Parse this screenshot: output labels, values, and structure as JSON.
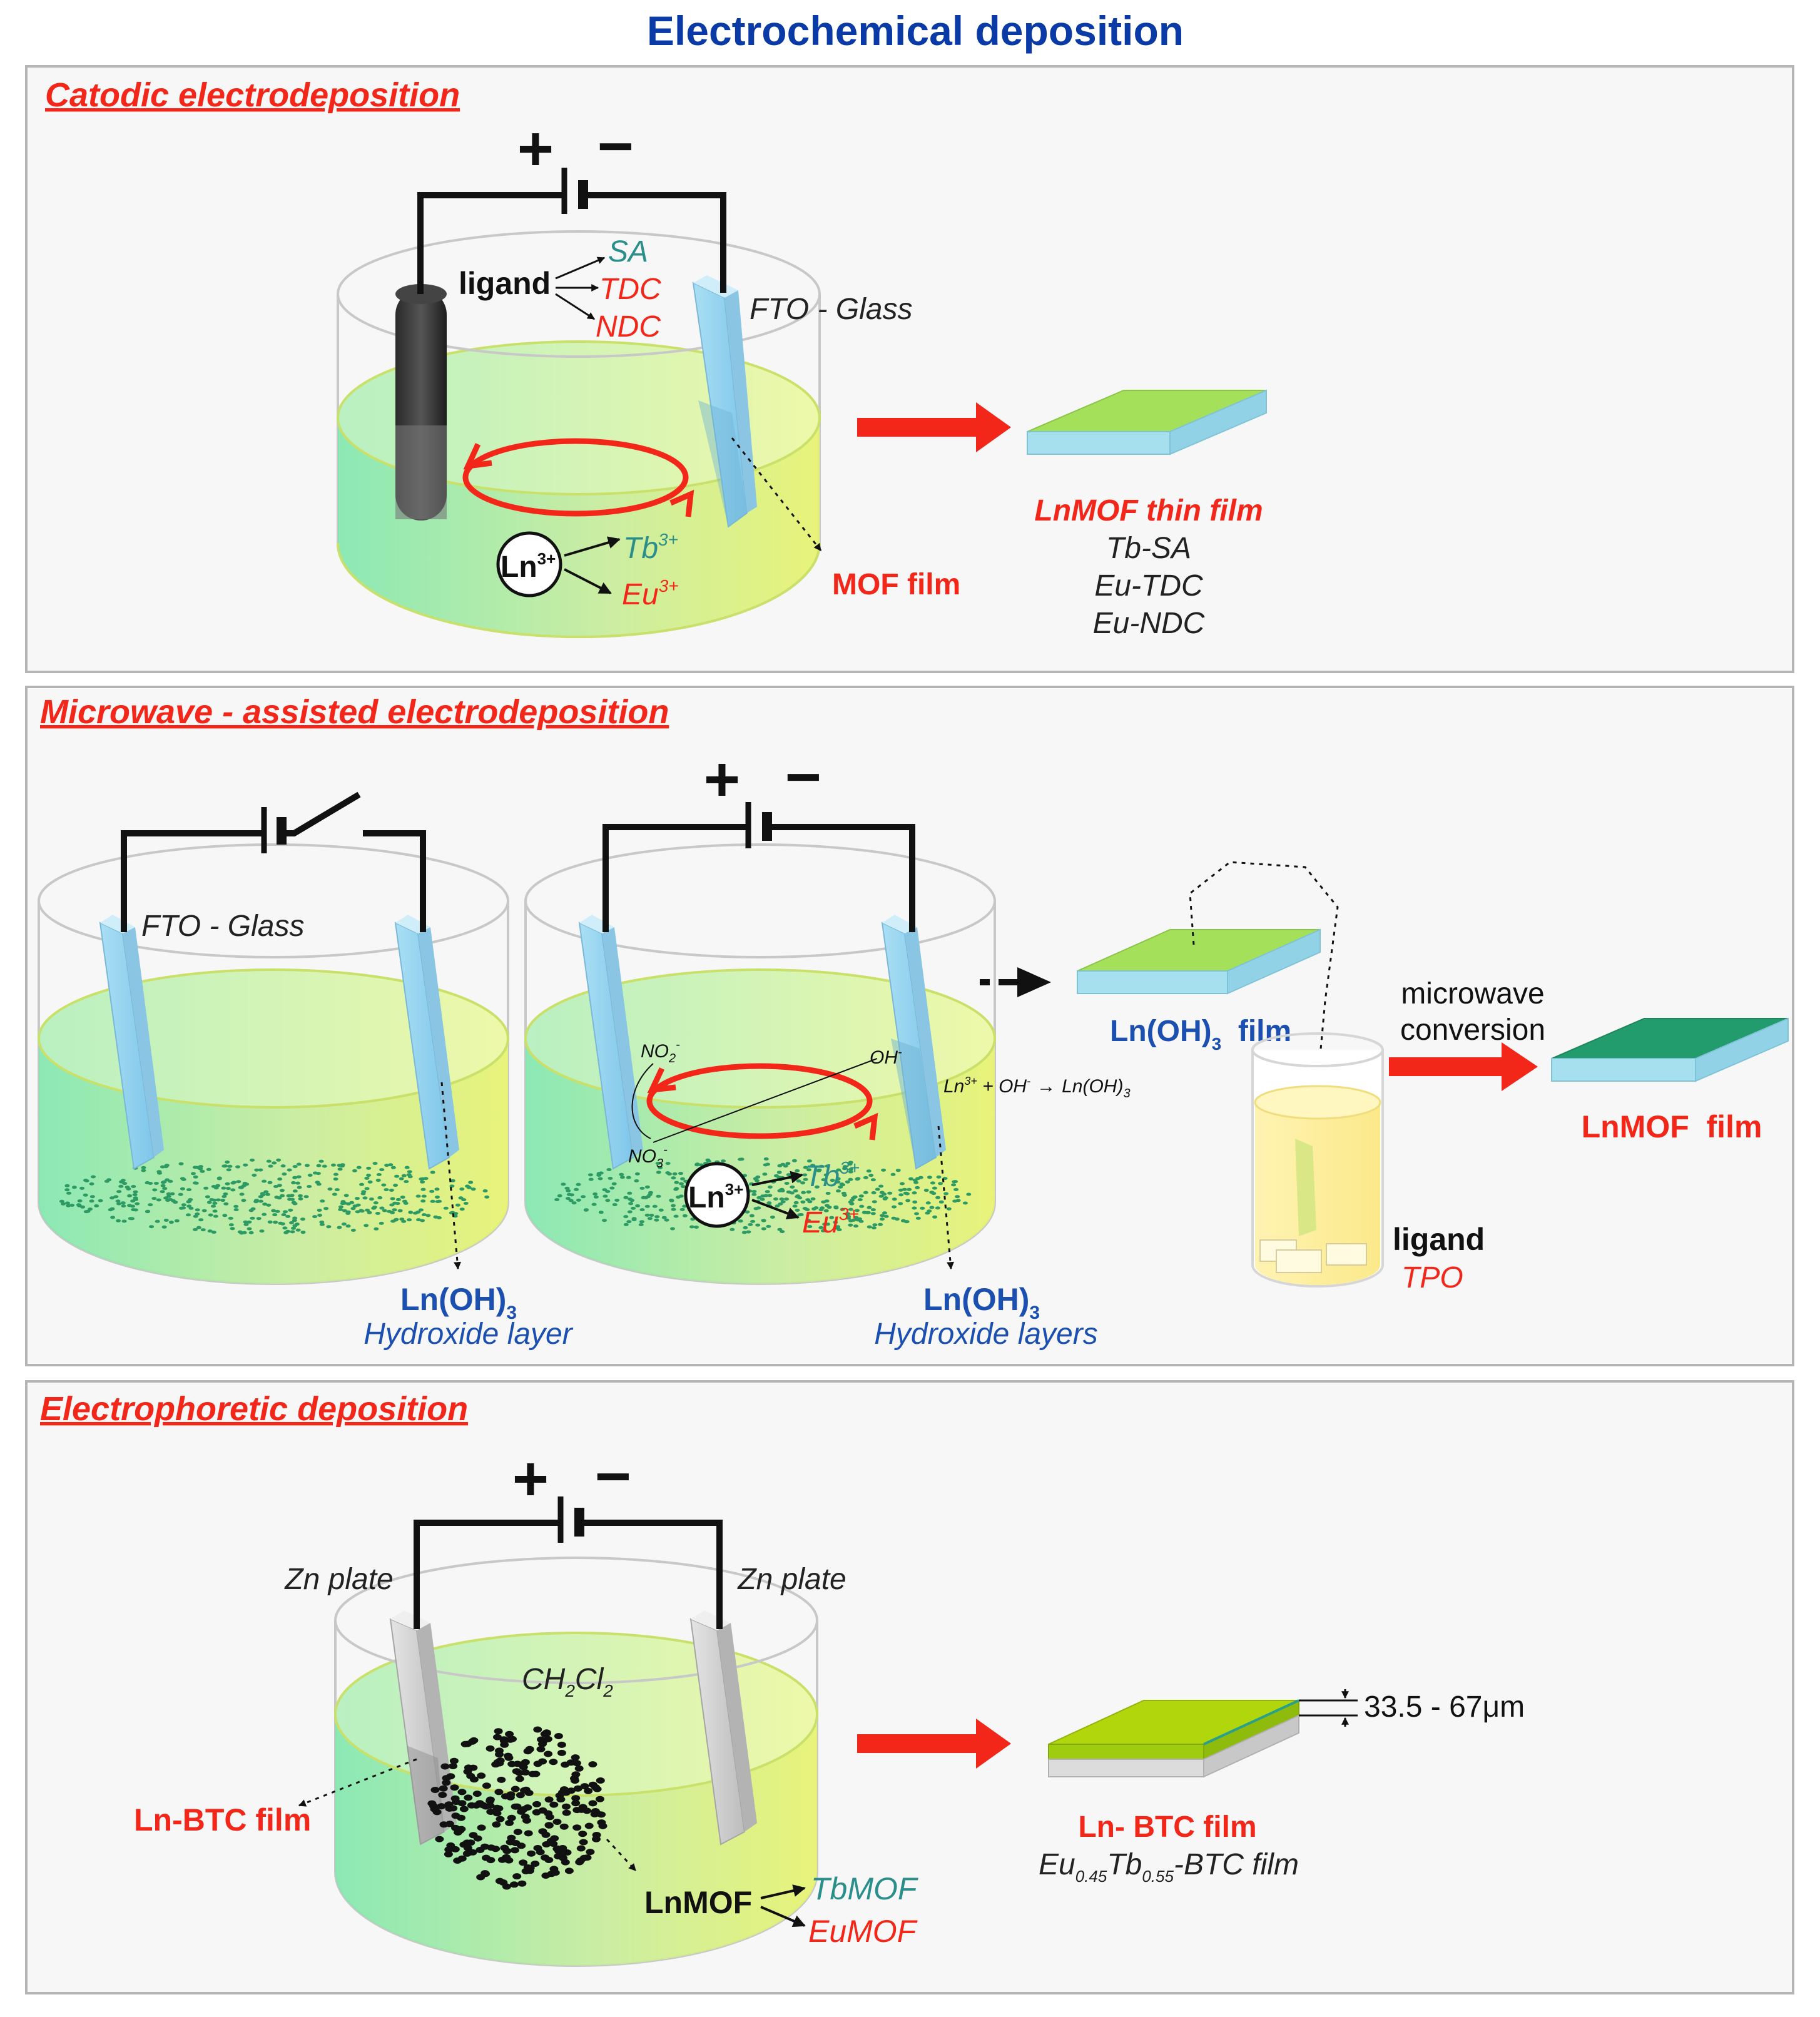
{
  "title": "Electrochemical deposition",
  "colors": {
    "title": "#0a3aa6",
    "red": "#f2271a",
    "blue": "#1b4fb0",
    "teal": "#2a8f8a",
    "panel": "#f7f7f7",
    "border": "#b5b5b5",
    "ledge": "#a6e0ee",
    "film_top": "#a5e05a",
    "lnmof_top": "#239c6d",
    "btc_top": "#b1d60c"
  },
  "panel1": {
    "heading": "Catodic electrodeposition",
    "battery_plus": "+",
    "battery_minus": "−",
    "ligand": "ligand",
    "lig_sa": "SA",
    "lig_tdc": "TDC",
    "lig_ndc": "NDC",
    "fto": "FTO - Glass",
    "ln": "Ln",
    "ln_sup": "3+",
    "tb": "Tb",
    "tb_sup": "3+",
    "eu": "Eu",
    "eu_sup": "3+",
    "mof_film": "MOF film",
    "result_title": "LnMOF thin film",
    "result_items": [
      "Tb-SA",
      "Eu-TDC",
      "Eu-NDC"
    ]
  },
  "panel2": {
    "heading": "Microwave - assisted electrodeposition",
    "battery_plus": "+",
    "battery_minus": "−",
    "fto": "FTO - Glass",
    "no2": "NO",
    "no2_sub": "2",
    "no2_sup": "-",
    "no3": "NO",
    "no3_sub": "3",
    "no3_sup": "-",
    "oh": "OH",
    "oh_sup": "-",
    "eq_ln": "Ln",
    "eq_sup": "3+",
    "eq_rest": " + OH",
    "eq_sup2": "-",
    "eq_arrow": "→",
    "eq_prod": "Ln(OH)",
    "eq_sub": "3",
    "ln": "Ln",
    "ln_sup": "3+",
    "tb": "Tb",
    "tb_sup": "3+",
    "eu": "Eu",
    "eu_sup": "3+",
    "hyd1_formula": "Ln(OH)",
    "hyd1_sub": "3",
    "hyd1_label": "Hydroxide layer",
    "hyd2_formula": "Ln(OH)",
    "hyd2_sub": "3",
    "hyd2_label": "Hydroxide layers",
    "lnoh_film": "Ln(OH)",
    "lnoh_sub": "3",
    "lnoh_suffix": "  film",
    "microwave_1": "microwave",
    "microwave_2": "conversion",
    "ligand": "ligand",
    "tpo": "TPO",
    "lnmof_film": "LnMOF  film"
  },
  "panel3": {
    "heading": "Electrophoretic deposition",
    "battery_plus": "+",
    "battery_minus": "−",
    "zn_left": "Zn plate",
    "zn_right": "Zn plate",
    "solvent": "CH",
    "solvent_sub1": "2",
    "solvent_mid": "Cl",
    "solvent_sub2": "2",
    "ln_btc": "Ln-BTC film",
    "lnmof": "LnMOF",
    "tbmof": "TbMOF",
    "eumof": "EuMOF",
    "thickness": "33.5 - 67μm",
    "result_title": "Ln- BTC film",
    "result_eu": "Eu",
    "result_eu_sub": "0.45",
    "result_tb": "Tb",
    "result_tb_sub": "0.55",
    "result_rest": "-BTC film"
  }
}
